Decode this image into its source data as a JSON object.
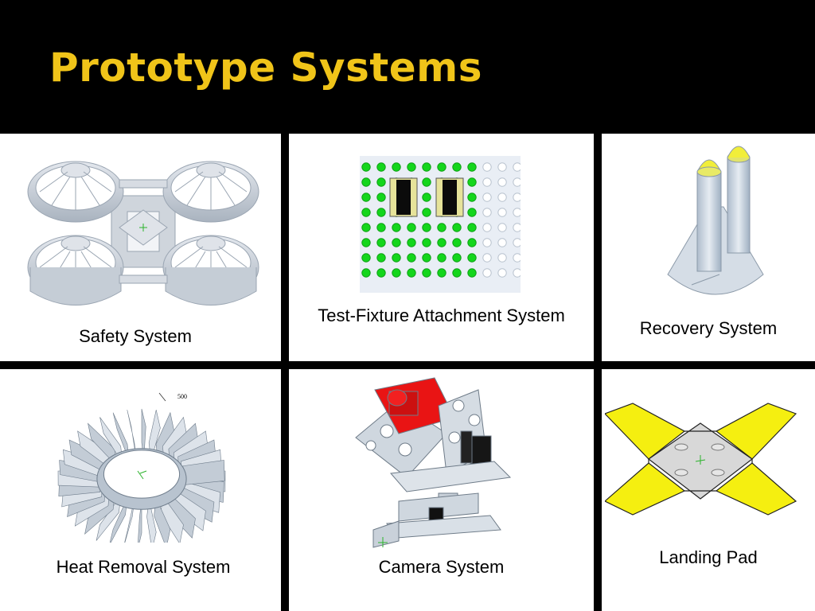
{
  "slide": {
    "title": "Prototype Systems"
  },
  "cells": [
    {
      "caption": "Safety System",
      "illustration": "safety-frame-drawing"
    },
    {
      "caption": "Test-Fixture Attachment System",
      "illustration": "pegboard-drawing"
    },
    {
      "caption": "Recovery System",
      "illustration": "rocket-canister-drawing"
    },
    {
      "caption": "Heat Removal System",
      "illustration": "heat-sink-drawing"
    },
    {
      "caption": "Camera System",
      "illustration": "camera-gimbal-drawing"
    },
    {
      "caption": "Landing Pad",
      "illustration": "landing-pad-drawing"
    }
  ],
  "annotations": {
    "heatsink_dim": "500"
  },
  "colors": {
    "title": "#f0c419",
    "pegGreen": "#14d61c",
    "padYellow": "#f5ef10",
    "cameraRed": "#ee1111",
    "metal": "#c9d1da"
  }
}
